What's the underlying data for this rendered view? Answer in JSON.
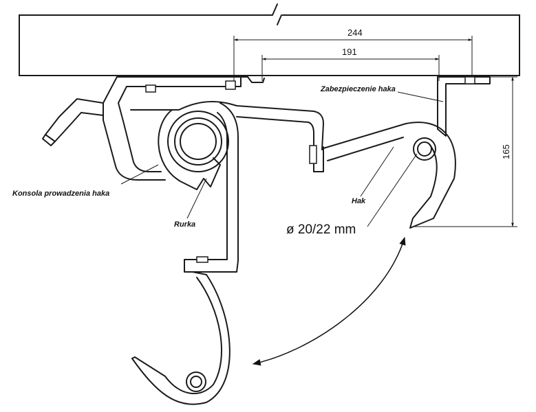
{
  "labels": {
    "bracket": "Konsola prowadzenia haka",
    "tube": "Rurka",
    "hook": "Hak",
    "safety": "Zabezpieczenie haka",
    "diameter": "ø 20/22 mm"
  },
  "dimensions": {
    "outer_width": "244",
    "inner_width": "191",
    "height": "165"
  }
}
